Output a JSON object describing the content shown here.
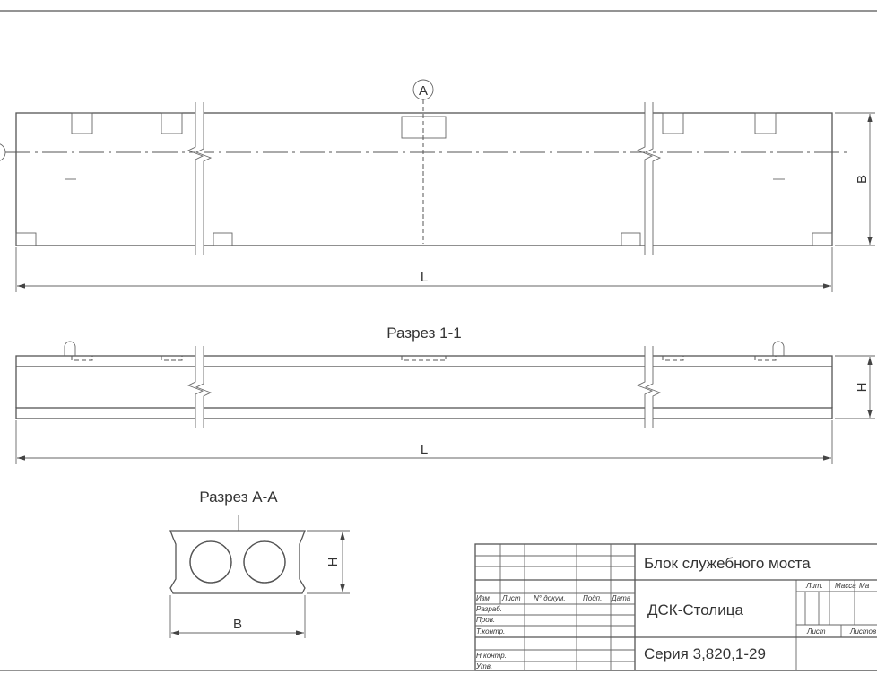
{
  "plan": {
    "marker": "A",
    "dim_length": "L",
    "dim_width": "B"
  },
  "section_1": {
    "title": "Разрез 1-1",
    "dim_length": "L",
    "dim_height": "H"
  },
  "section_a": {
    "title": "Разрез А-А",
    "dim_width": "B",
    "dim_height": "H"
  },
  "title_block": {
    "name": "Блок служебного моста",
    "organization": "ДСК-Столица",
    "series": "Серия 3,820,1-29",
    "headers": [
      "Изм",
      "Лист",
      "N° докум.",
      "Подп.",
      "Дата"
    ],
    "roles": [
      "Разраб.",
      "Пров.",
      "Т.контр.",
      "Н.контр.",
      "Утв."
    ],
    "lit": "Лит.",
    "mass": "Масса",
    "scale": "Ма",
    "sheet": "Лист",
    "sheets": "Листов"
  }
}
